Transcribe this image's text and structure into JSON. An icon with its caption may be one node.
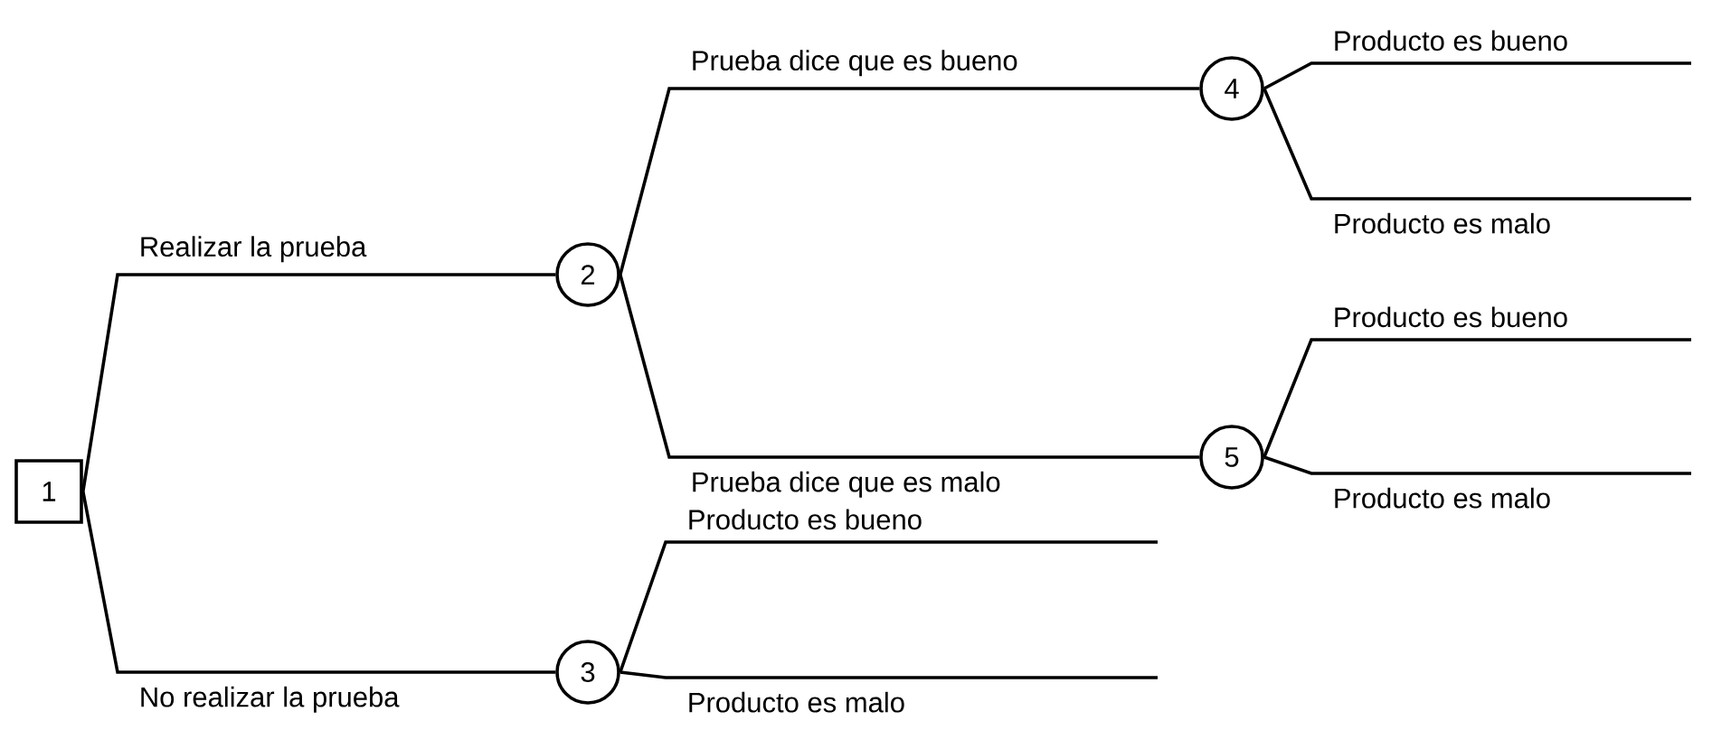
{
  "diagram": {
    "nodes": [
      {
        "text": [
          "1"
        ]
      },
      {
        "text": [
          "2"
        ]
      },
      {
        "text": [
          "3"
        ]
      },
      {
        "text": [
          "4"
        ]
      },
      {
        "text": [
          "5"
        ]
      }
    ],
    "edges": [
      {
        "from": 0,
        "to": 1,
        "arrow": "none",
        "label": "Realizar la prueba"
      },
      {
        "from": 0,
        "to": 2,
        "arrow": "none",
        "label": "No realizar la prueba"
      },
      {
        "from": 1,
        "to": 3,
        "arrow": "none",
        "label": "Prueba dice que es bueno"
      },
      {
        "from": 1,
        "to": 4,
        "arrow": "none",
        "label": "Prueba dice que es malo"
      },
      {
        "from": 3,
        "to": null,
        "arrow": "none",
        "label": "Producto es bueno"
      },
      {
        "from": 3,
        "to": null,
        "arrow": "none",
        "label": "Producto es malo"
      },
      {
        "from": 4,
        "to": null,
        "arrow": "none",
        "label": "Producto es bueno"
      },
      {
        "from": 4,
        "to": null,
        "arrow": "none",
        "label": "Producto es malo"
      },
      {
        "from": 2,
        "to": null,
        "arrow": "none",
        "label": "Producto es bueno"
      },
      {
        "from": 2,
        "to": null,
        "arrow": "none",
        "label": "Producto es malo"
      }
    ]
  }
}
